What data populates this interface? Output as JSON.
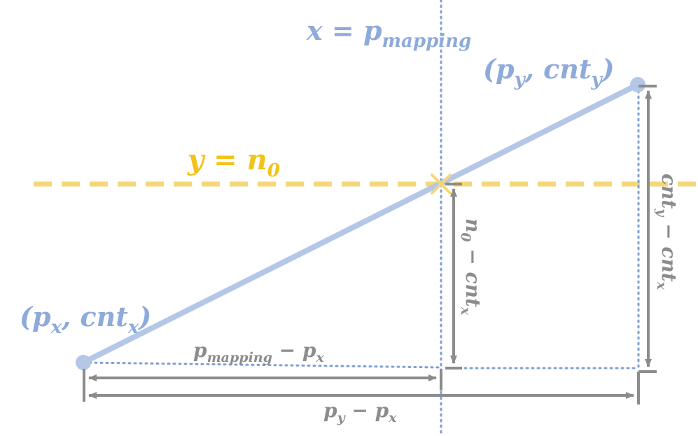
{
  "colors": {
    "blue": "#b4c7e7",
    "blue_dark": "#8eaadb",
    "blue_dotted": "#7f9fd8",
    "yellow": "#f4d77a",
    "yellow_text": "#f2c318",
    "gray": "#8c8c8c"
  },
  "labels": {
    "vertical_line": {
      "main": "x = p",
      "sub": "mapping"
    },
    "horizontal_line": {
      "main": "y = n",
      "sub": "0"
    },
    "point_start": {
      "open": "(p",
      "sub1": "x",
      "mid": ", cnt",
      "sub2": "x",
      "close": ")"
    },
    "point_end": {
      "open": "(p",
      "sub1": "y",
      "mid": ", cnt",
      "sub2": "y",
      "close": ")"
    },
    "dim_partial_width": {
      "a": "p",
      "a_sub": "mapping",
      "op": " − p",
      "b_sub": "x"
    },
    "dim_full_width": {
      "a": "p",
      "a_sub": "y",
      "op": " − p",
      "b_sub": "x"
    },
    "dim_partial_height": {
      "a": "n",
      "a_sub": "0",
      "op": " − cnt",
      "b_sub": "x"
    },
    "dim_full_height": {
      "a": "cnt",
      "a_sub": "y",
      "op": " − cnt",
      "b_sub": "x"
    }
  }
}
